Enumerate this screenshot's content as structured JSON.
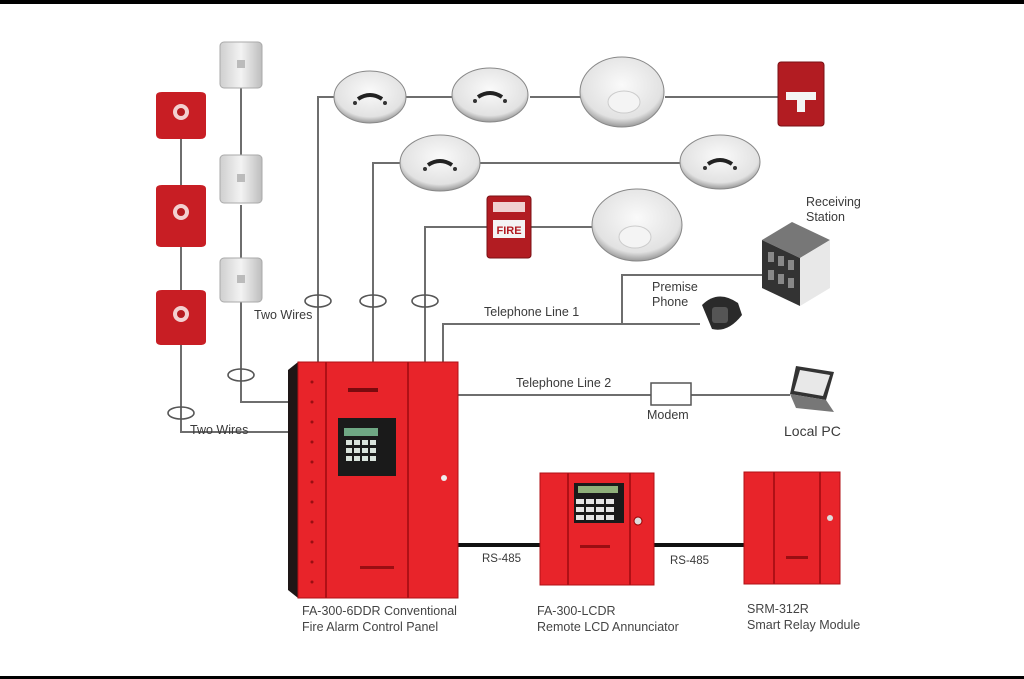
{
  "diagram": {
    "title": "Conventional Fire Alarm System Wiring",
    "colors": {
      "panel_red": "#e8242a",
      "panel_dark": "#2a1a1a",
      "wire": "#6e6e6e",
      "rs485_wire": "#111111",
      "detector_white": "#eeeeee",
      "text": "#3a3a3a"
    },
    "labels": {
      "two_wires_upper": "Two Wires",
      "two_wires_lower": "Two Wires",
      "telephone_line_1": "Telephone Line 1",
      "telephone_line_2": "Telephone Line 2",
      "premise_phone_1": "Premise",
      "premise_phone_2": "Phone",
      "receiving_station_1": "Receiving",
      "receiving_station_2": "Station",
      "modem": "Modem",
      "local_pc": "Local PC",
      "rs485_a": "RS-485",
      "rs485_b": "RS-485",
      "fire_station_text": "FIRE"
    },
    "devices": [
      {
        "model": "FA-300-6DDR Conventional",
        "name": "Fire Alarm Control Panel"
      },
      {
        "model": "FA-300-LCDR",
        "name": "Remote LCD Annunciator"
      },
      {
        "model": "SRM-312R",
        "name": "Smart Relay Module"
      }
    ],
    "nodes": {
      "strobes_red": 3,
      "strobes_white": 3,
      "smoke_detectors": 6,
      "pull_stations": 2
    }
  }
}
